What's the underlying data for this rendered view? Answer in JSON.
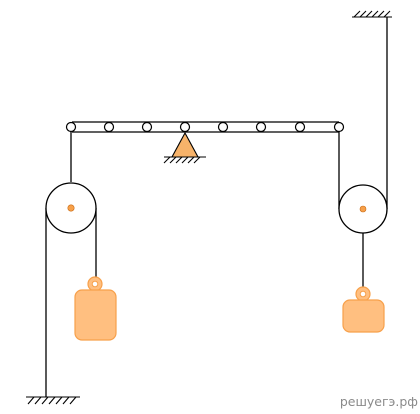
{
  "watermark": "решуегэ.рф",
  "colors": {
    "weight_fill": "#ffbf80",
    "weight_stroke": "#f7a04a",
    "fulcrum_fill": "#f7b36a"
  },
  "diagram": {
    "lever_holes": 8,
    "components": [
      "ceiling-mount-right",
      "ground-mount-left",
      "lever-beam",
      "fulcrum",
      "pulley-left",
      "pulley-right",
      "weight-left",
      "weight-right"
    ]
  }
}
